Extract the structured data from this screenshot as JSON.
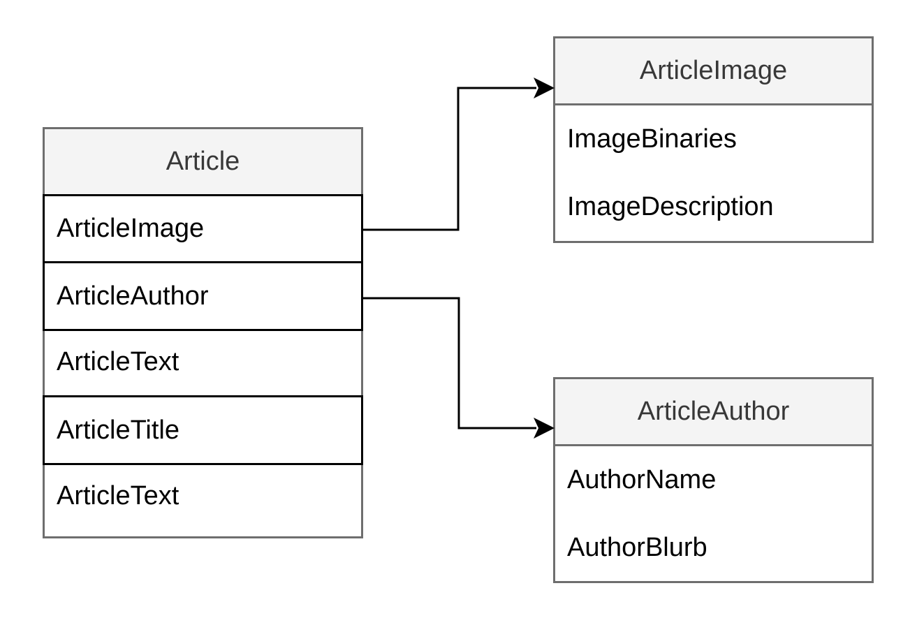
{
  "entities": {
    "article": {
      "title": "Article",
      "fields": [
        {
          "label": "ArticleImage",
          "highlight": true
        },
        {
          "label": "ArticleAuthor",
          "highlight": true
        },
        {
          "label": "ArticleText",
          "highlight": false
        },
        {
          "label": "ArticleTitle",
          "highlight": true
        },
        {
          "label": "ArticleText",
          "highlight": false
        }
      ]
    },
    "article_image": {
      "title": "ArticleImage",
      "fields": [
        {
          "label": "ImageBinaries"
        },
        {
          "label": "ImageDescription"
        }
      ]
    },
    "article_author": {
      "title": "ArticleAuthor",
      "fields": [
        {
          "label": "AuthorName"
        },
        {
          "label": "AuthorBlurb"
        }
      ]
    }
  },
  "relations": [
    {
      "from": "article.ArticleImage",
      "to": "article_image"
    },
    {
      "from": "article.ArticleAuthor",
      "to": "article_author"
    }
  ],
  "colors": {
    "border": "#6e6e6e",
    "header_fill": "#f4f4f4",
    "header_text": "#383838",
    "highlight_border": "#000000",
    "connector": "#000000"
  }
}
